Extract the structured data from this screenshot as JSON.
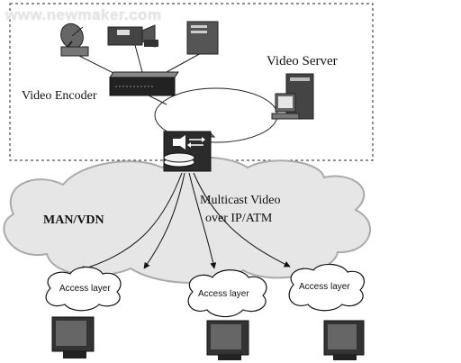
{
  "watermark": "www.newmaker.com",
  "labels": {
    "video_encoder": "Video Encoder",
    "video_server": "Video Server",
    "man_vdn": "MAN/VDN",
    "multicast_line1": "Multicast Video",
    "multicast_line2": "over IP/ATM",
    "access_layer": "Access layer"
  },
  "access_clouds": [
    {
      "label": "Access layer"
    },
    {
      "label": "Access layer"
    },
    {
      "label": "Access layer"
    }
  ]
}
